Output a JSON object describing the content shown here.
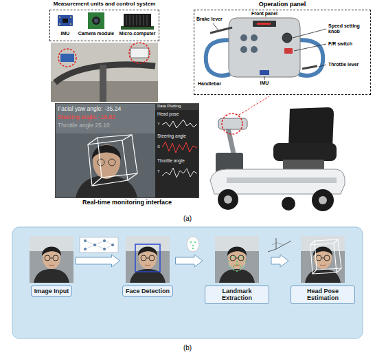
{
  "diagram": {
    "nodes": [
      {
        "text": [
          "Measurement units and control system"
        ]
      },
      {
        "text": [
          "Operation panel"
        ]
      },
      {
        "text": [
          "Real-time monitoring interface"
        ]
      },
      {
        "text": [
          "Image Input"
        ]
      },
      {
        "text": [
          "Face Detection"
        ]
      },
      {
        "text": [
          "Landmark Extraction"
        ]
      },
      {
        "text": [
          "Head Pose Estimation"
        ]
      }
    ],
    "edges": [
      {
        "from": 3,
        "to": 4,
        "arrow": "to"
      },
      {
        "from": 4,
        "to": 5,
        "arrow": "to"
      },
      {
        "from": 5,
        "to": 6,
        "arrow": "to"
      }
    ],
    "labels": [
      "IMU",
      "Camera module",
      "Micro-computer",
      "Brake lever",
      "Front panel",
      "Speed setting knob",
      "F/R switch",
      "Throttle lever",
      "IMU",
      "Handlebar",
      "Facial yaw angle: -35.24",
      "Steering angle: -18.82",
      "Throttle angle 25.10",
      "Data Plotting",
      "Head pose",
      "Y",
      "Steering angle",
      "S",
      "Throttle angle",
      "T",
      "(a)",
      "(b)"
    ]
  }
}
